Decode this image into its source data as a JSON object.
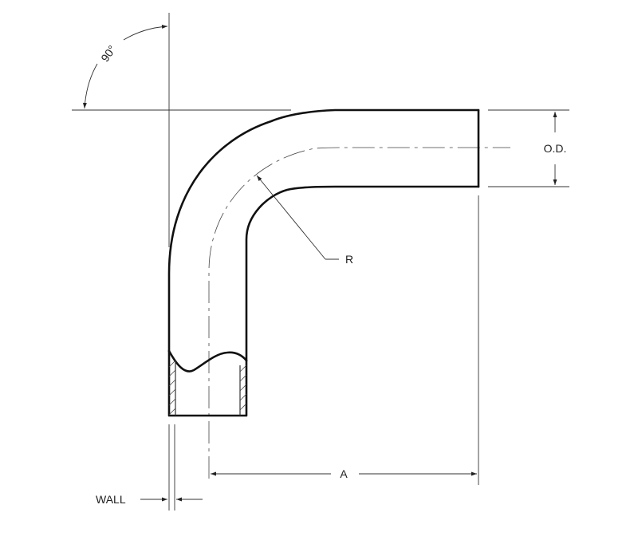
{
  "labels": {
    "angle": "90°",
    "outer_diameter": "O.D.",
    "radius": "R",
    "length": "A",
    "wall": "WALL"
  },
  "colors": {
    "line": "#111111",
    "background": "#ffffff"
  }
}
